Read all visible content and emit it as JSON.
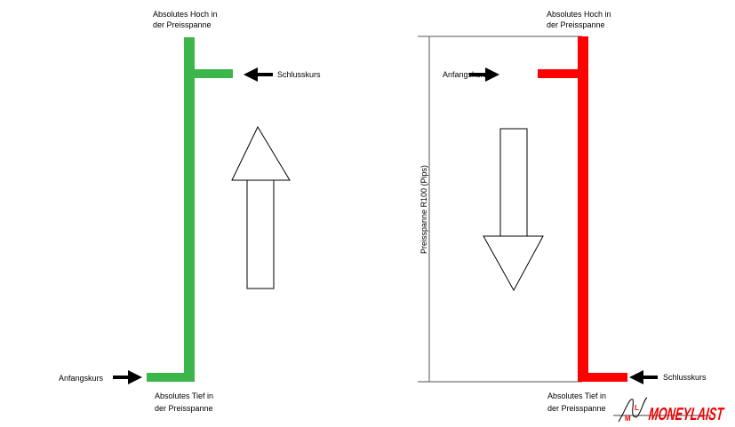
{
  "colors": {
    "bullish": "#3cb54a",
    "bearish": "#ff0000"
  },
  "left": {
    "high_line1": "Absolutes Hoch in",
    "high_line2": "der Preisspanne",
    "close": "Schlusskurs",
    "open": "Anfangskurs",
    "low_line1": "Absolutes Tief in",
    "low_line2": "der Preisspanne"
  },
  "right": {
    "high_line1": "Absolutes Hoch in",
    "high_line2": "der Preisspanne",
    "open": "Anfangskurs",
    "close": "Schlusskurs",
    "low_line1": "Absolutes Tief in",
    "low_line2": "der Preisspanne",
    "range_label": "Preisspanne R100 (Pips)"
  },
  "logo": {
    "text": "MONEYLAIST"
  }
}
